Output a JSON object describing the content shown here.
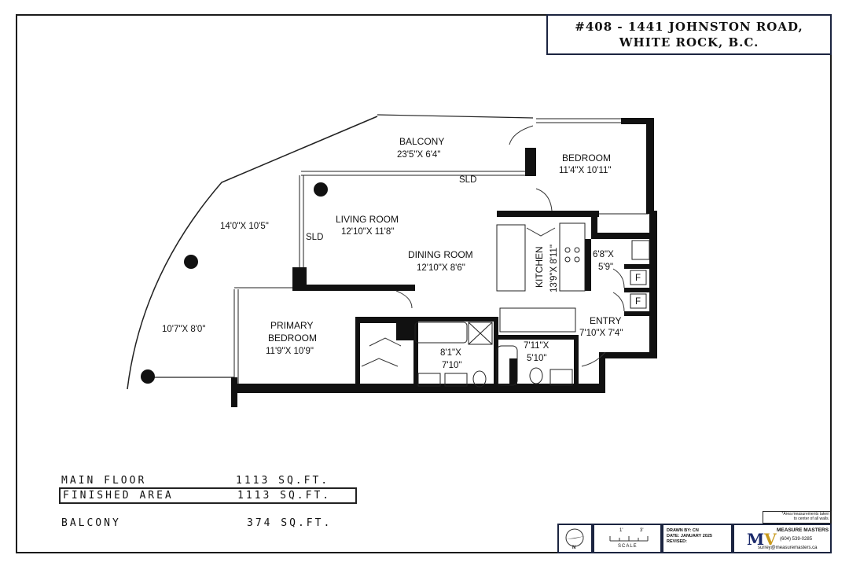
{
  "title": {
    "line1": "#408 - 1441 JOHNSTON ROAD,",
    "line2": "WHITE ROCK, B.C."
  },
  "rooms": {
    "balcony": {
      "name": "BALCONY",
      "dims": "23'5\"X 6'4\""
    },
    "bedroom": {
      "name": "BEDROOM",
      "dims": "11'4\"X 10'11\""
    },
    "living": {
      "name": "LIVING ROOM",
      "dims": "12'10\"X 11'8\""
    },
    "dining": {
      "name": "DINING ROOM",
      "dims": "12'10\"X 8'6\""
    },
    "kitchen": {
      "name": "KITCHEN",
      "dims": "13'9\"X 8'11\""
    },
    "laundry": {
      "dims1": "6'8\"X",
      "dims2": "5'9\""
    },
    "primary": {
      "name1": "PRIMARY",
      "name2": "BEDROOM",
      "dims": "11'9\"X 10'9\""
    },
    "bath1": {
      "dims1": "8'1\"X",
      "dims2": "7'10\""
    },
    "bath2": {
      "dims1": "7'11\"X",
      "dims2": "5'10\""
    },
    "entry": {
      "name": "ENTRY",
      "dims": "7'10\"X 7'4\""
    },
    "patio_upper": {
      "dims": "14'0\"X 10'5\""
    },
    "patio_lower": {
      "dims": "10'7\"X 8'0\""
    }
  },
  "labels": {
    "sld1": "SLD",
    "sld2": "SLD",
    "f1": "F",
    "f2": "F"
  },
  "areas": {
    "main_floor": {
      "label": "MAIN FLOOR",
      "value": "1113 SQ.FT."
    },
    "finished": {
      "label": "FINISHED AREA",
      "value": "1113 SQ.FT."
    },
    "balcony": {
      "label": "BALCONY",
      "value": "374 SQ.FT."
    }
  },
  "title_block": {
    "note_line1": "*Area measurements taken",
    "note_line2": "to center of all walls.",
    "scale_label": "SCALE",
    "scale_left": "1'",
    "scale_right": "3'",
    "north": "N",
    "drawn_by": "DRAWN BY: CN",
    "date": "DATE: JANUARY 2025",
    "revised": "REVISED:",
    "company": "MEASURE MASTERS",
    "phone": "(604) 539-0285",
    "email": "surrey@measuremasters.ca"
  },
  "colors": {
    "wall": "#111111",
    "navy": "#1b2440",
    "brand_blue": "#1b2a6b",
    "brand_gold": "#c99a1d"
  }
}
